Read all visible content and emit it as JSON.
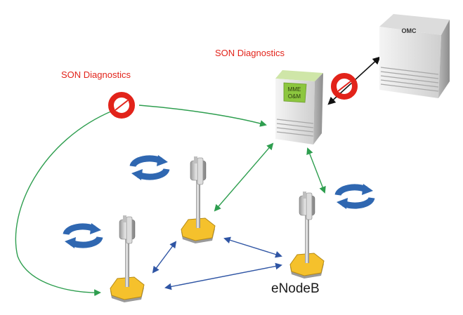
{
  "labels": {
    "son_left": "SON Diagnostics",
    "son_top": "SON Diagnostics",
    "enodeb": "eNodeB",
    "omc": "OMC",
    "mme_line1": "MME",
    "mme_line2": "O&M"
  },
  "colors": {
    "son_red": "#e2231a",
    "link_green": "#2e9e4f",
    "link_blue": "#2f55a4",
    "cycle_blue": "#2f67b1",
    "pad_yellow": "#f5c12c",
    "mme_green": "#8cc63f"
  },
  "icons": {
    "diagnostic": "no-entry-ring-icon",
    "selforg": "circular-arrows-icon",
    "station": "antenna-icon",
    "server": "server-cube-icon"
  }
}
